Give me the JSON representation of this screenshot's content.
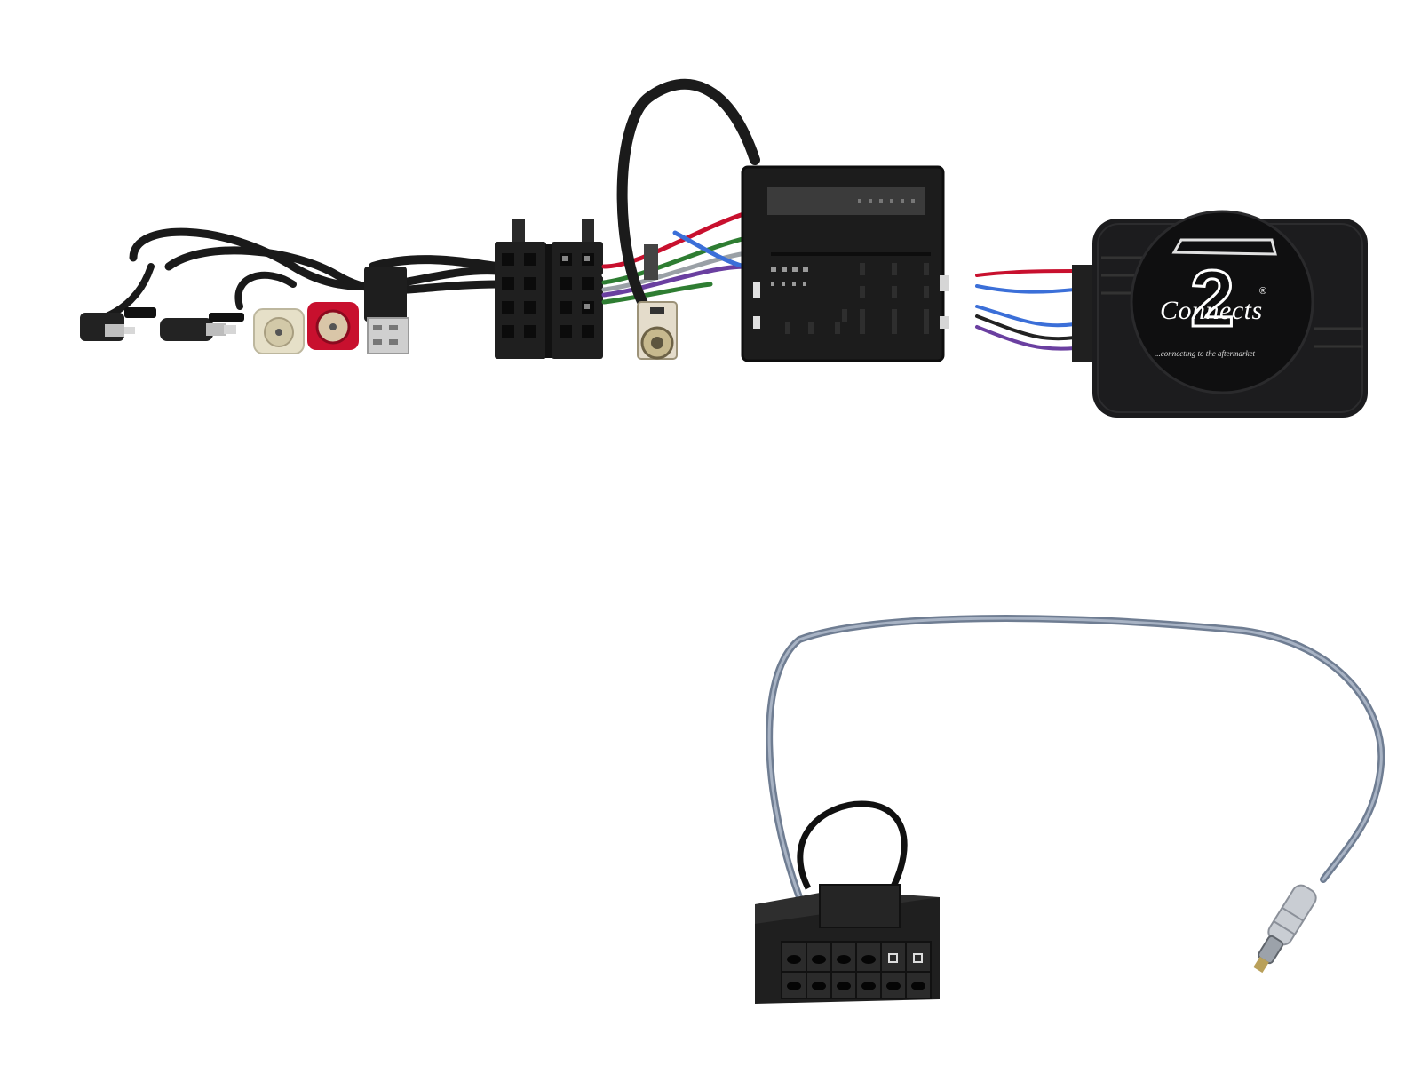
{
  "image": {
    "description": "Product photo of a steering wheel control interface harness kit",
    "background": "#ffffff"
  },
  "interface_box": {
    "brand": "Connects",
    "brand_numeral": "2",
    "registered_mark": "®",
    "tagline": "...connecting to the aftermarket",
    "color": "#1c1c1e"
  },
  "components": {
    "top_row": [
      {
        "name": "3.5mm jack (angled)"
      },
      {
        "name": "3.5mm jack"
      },
      {
        "name": "RCA plug white",
        "color": "#e8e2cc"
      },
      {
        "name": "RCA plug red",
        "color": "#c8102e"
      },
      {
        "name": "USB-A plug"
      },
      {
        "name": "ISO connector pair"
      },
      {
        "name": "Fakra antenna connector"
      },
      {
        "name": "Quadlock connector"
      },
      {
        "name": "Interface module"
      }
    ],
    "bottom": [
      {
        "name": "12-pin connector with loop"
      },
      {
        "name": "Grey lead",
        "color": "#8a97aa"
      },
      {
        "name": "Antenna plug"
      }
    ]
  },
  "wire_colors": [
    "#c8102e",
    "#ffffff",
    "#2e7d32",
    "#3b6fd8",
    "#6a3fa0",
    "#9aa0a6"
  ]
}
